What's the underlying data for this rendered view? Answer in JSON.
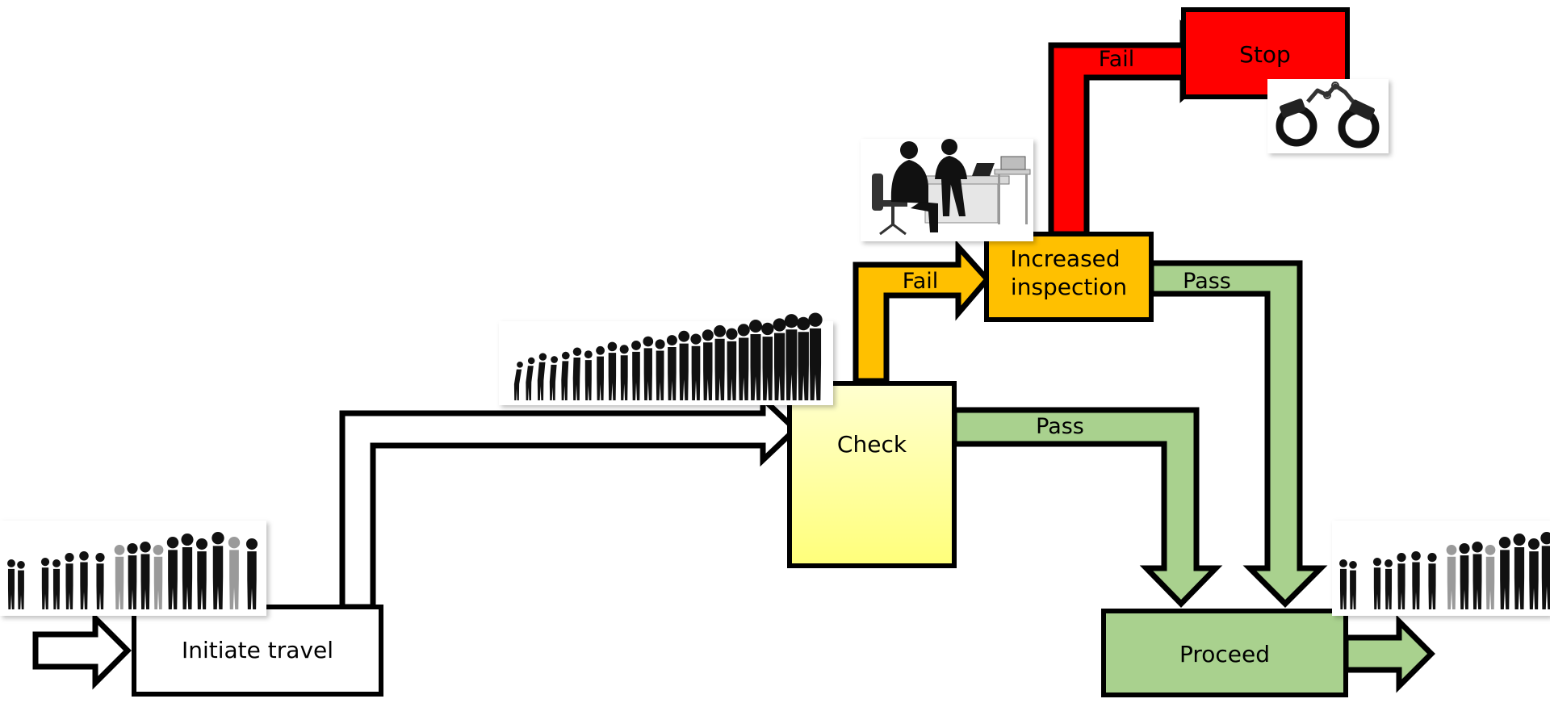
{
  "diagram": {
    "nodes": {
      "initiate": {
        "label": "Initiate travel"
      },
      "check": {
        "label": "Check"
      },
      "increased": {
        "label_lines": [
          "Increased",
          "inspection"
        ]
      },
      "stop": {
        "label": "Stop"
      },
      "proceed": {
        "label": "Proceed"
      }
    },
    "edges": {
      "check_fail": {
        "label": "Fail"
      },
      "check_pass": {
        "label": "Pass"
      },
      "inspection_fail": {
        "label": "Fail"
      },
      "inspection_pass": {
        "label": "Pass"
      }
    },
    "pictures": {
      "queue_left": "people-walking-silhouettes",
      "queue_middle": "queue-silhouettes",
      "queue_right": "people-walking-silhouettes",
      "interview": "interview-desk-silhouette",
      "handcuffs": "handcuffs"
    },
    "colors": {
      "stroke": "#000000",
      "white": "#ffffff",
      "check_fill_top": "#ffffd0",
      "check_fill_bottom": "#ffff7a",
      "amber": "#ffc000",
      "red": "#ff0000",
      "green": "#a9d18e",
      "silhouette": "#111111",
      "silhouette_light": "#9a9a9a"
    }
  }
}
